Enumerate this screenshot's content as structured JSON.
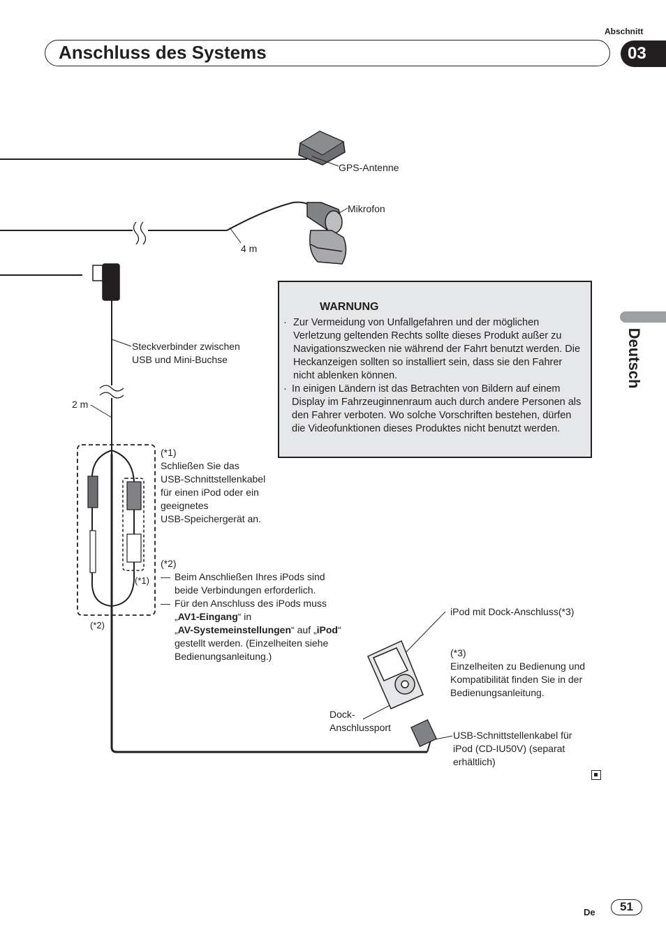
{
  "header": {
    "section_label": "Abschnitt",
    "section_number": "03",
    "title": "Anschluss des Systems"
  },
  "side_tab": {
    "language": "Deutsch"
  },
  "diagram": {
    "gps_antenna": "GPS-Antenne",
    "microphone": "Mikrofon",
    "length_4m": "4 m",
    "connector": [
      "Steckverbinder zwischen",
      "USB und Mini-Buchse"
    ],
    "length_2m": "2 m",
    "marker_1": "(*1)",
    "marker_2": "(*2)",
    "ipod_dock": "iPod mit Dock-Anschluss(*3)",
    "dock_port": [
      "Dock-",
      "Anschlussport"
    ],
    "usb_cable": [
      "USB-Schnittstellenkabel für",
      "iPod (CD-IU50V) (separat",
      "erhältlich)"
    ]
  },
  "warning": {
    "title": "WARNUNG",
    "bullet": "·",
    "items": [
      "Zur Vermeidung von Unfallgefahren und der möglichen Verletzung geltenden Rechts sollte dieses Produkt außer zu Navigationszwecken nie während der Fahrt benutzt werden. Die Heckanzeigen sollten so installiert sein, dass sie den Fahrer nicht ablenken können.",
      "In einigen Ländern ist das Betrachten von Bildern auf einem Display im Fahrzeuginnenraum auch durch andere Personen als den Fahrer verboten. Wo solche Vorschriften bestehen, dürfen die Videofunktionen dieses Produktes nicht benutzt werden."
    ]
  },
  "note1": {
    "marker": "(*1)",
    "lines": [
      "Schließen Sie das",
      "USB-Schnittstellenkabel",
      "für einen iPod oder ein",
      "geeignetes",
      "USB-Speichergerät an."
    ]
  },
  "note2": {
    "marker": "(*2)",
    "dash": "—",
    "item1": [
      "Beim Anschließen Ihres iPods sind",
      "beide Verbindungen erforderlich."
    ],
    "item2_line1": "Für den Anschluss des iPods muss",
    "q_open": "„",
    "q_close": "“",
    "av1": "AV1-Eingang",
    "in": " in",
    "av_settings": "AV-Systemeinstellungen",
    "auf": " auf ",
    "ipod": "iPod",
    "item2_rest": [
      "gestellt werden. (Einzelheiten siehe",
      "Bedienungsanleitung.)"
    ]
  },
  "note3": {
    "marker": "(*3)",
    "lines": [
      "Einzelheiten zu Bedienung und",
      "Kompatibilität finden Sie in der",
      "Bedienungsanleitung."
    ]
  },
  "footer": {
    "lang": "De",
    "page": "51"
  }
}
